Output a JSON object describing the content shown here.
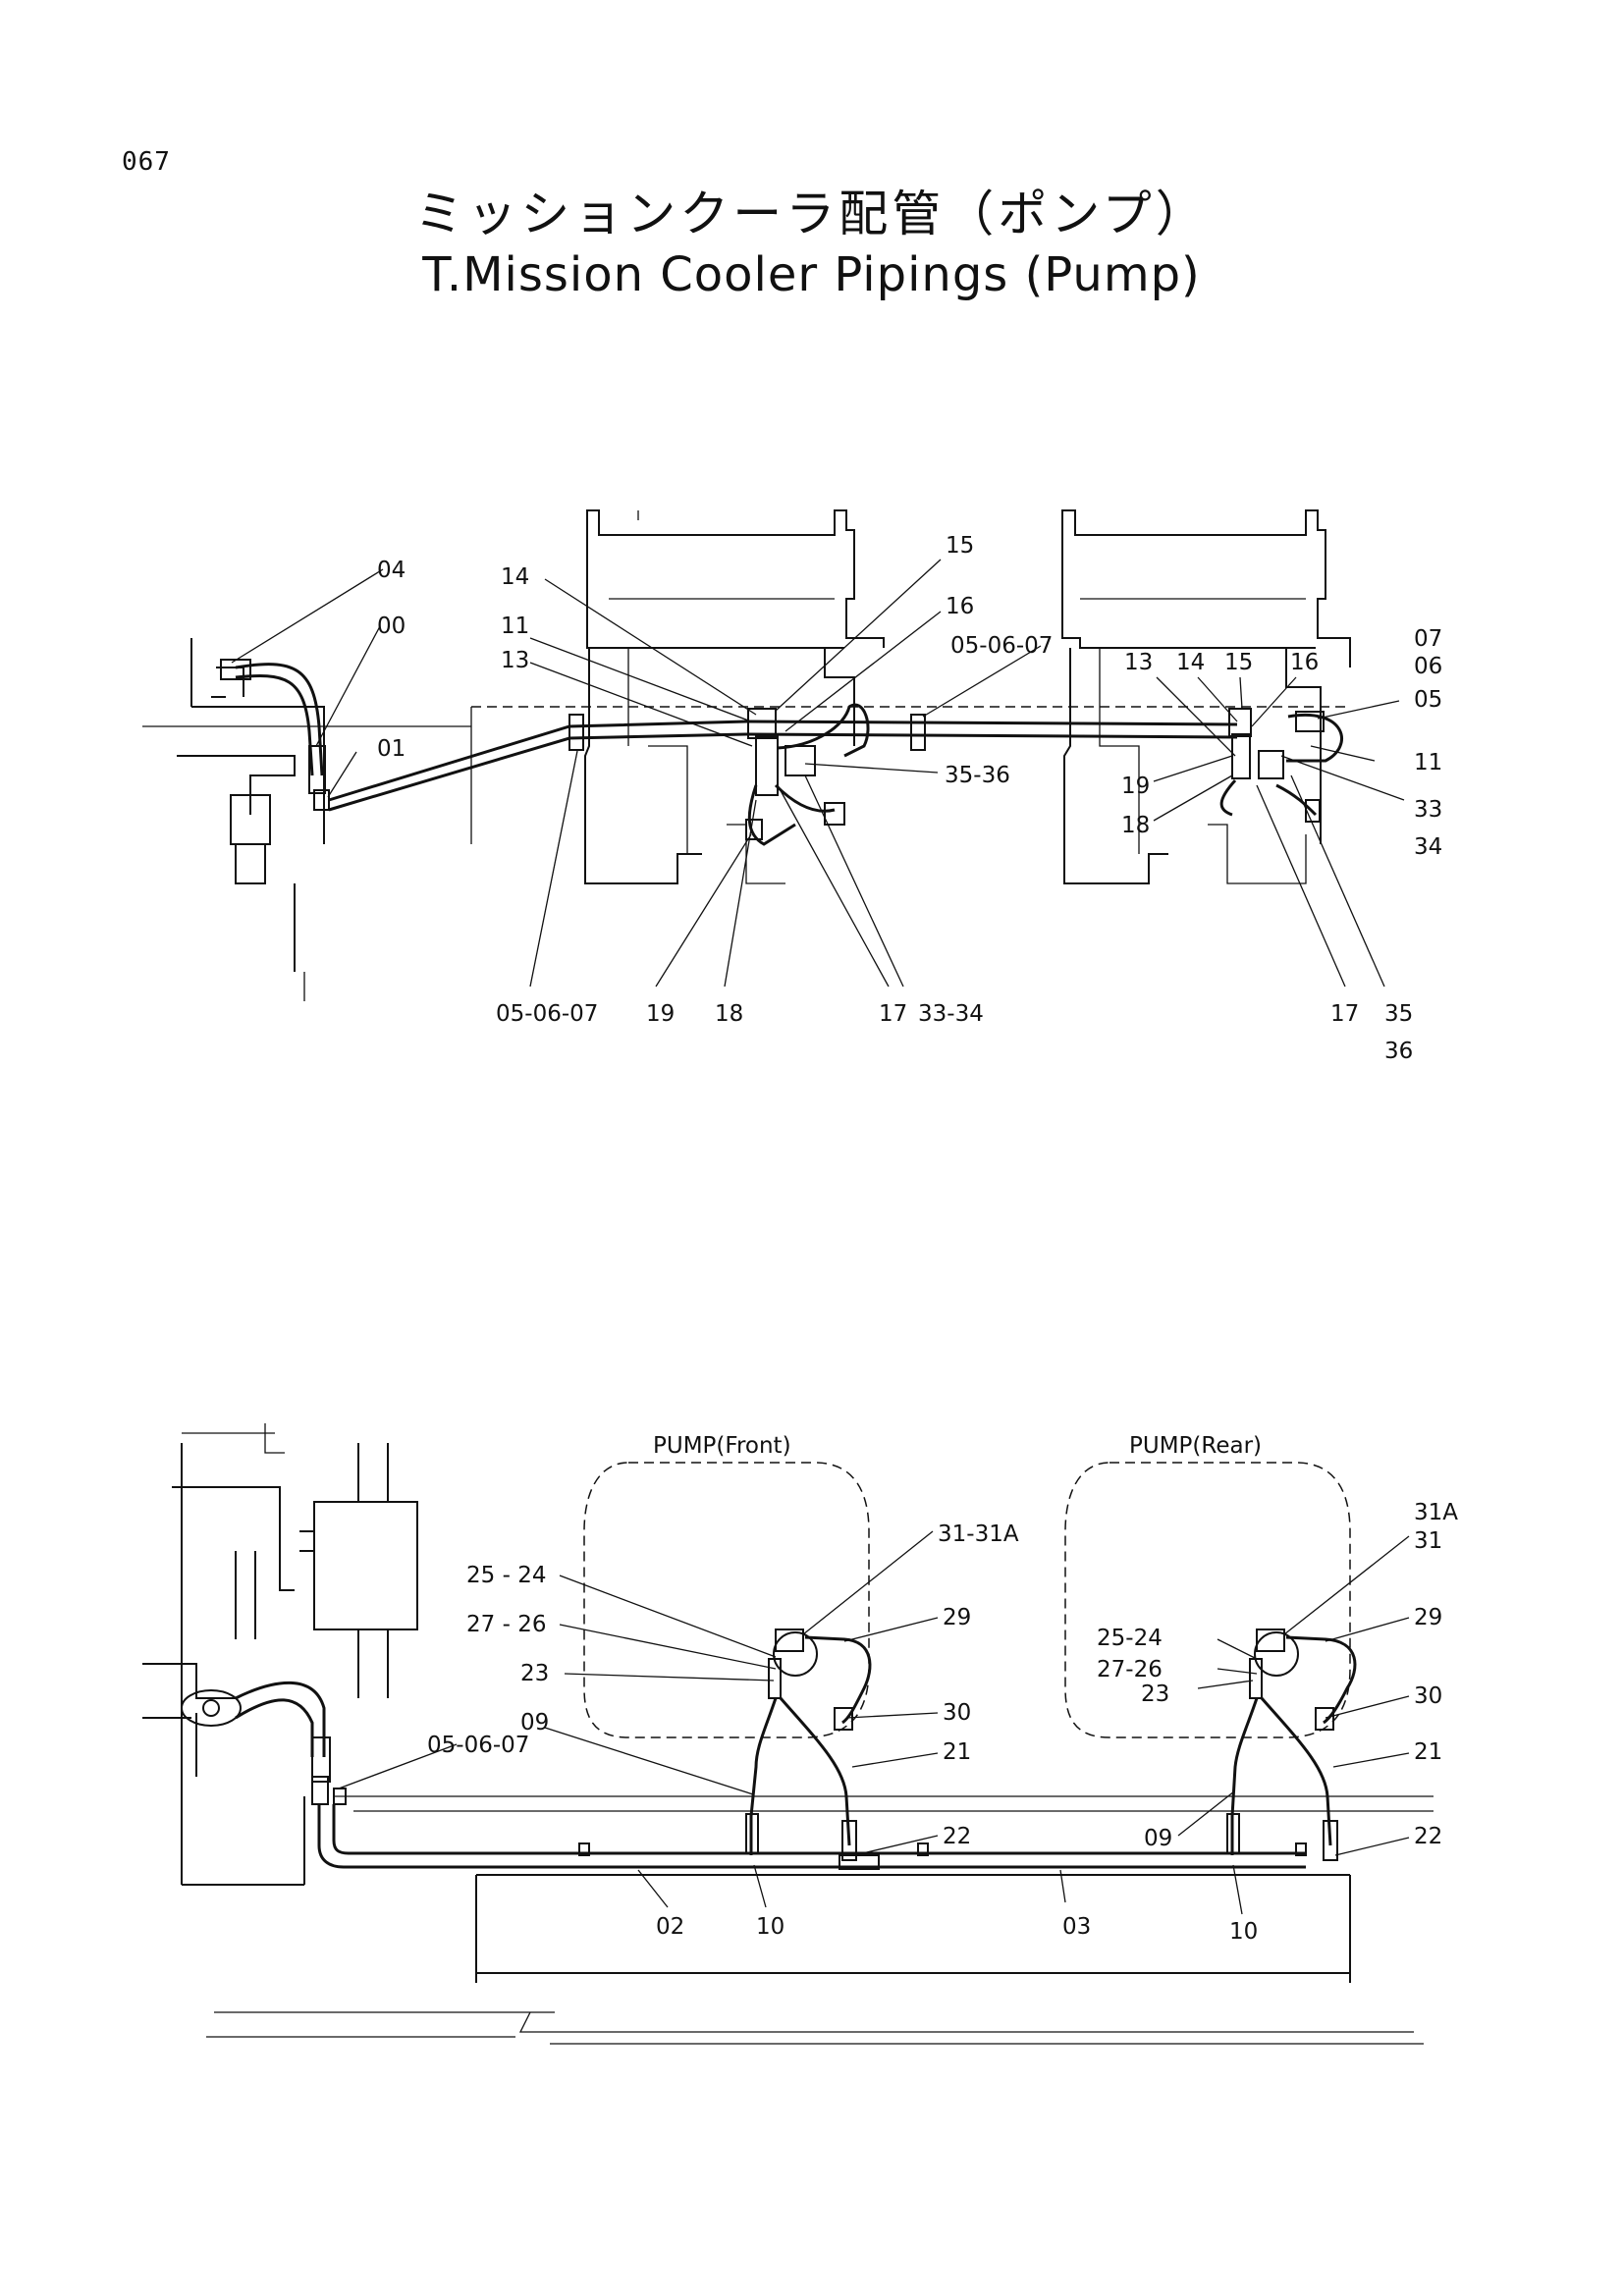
{
  "page_number": "067",
  "title_jp": "ミッションクーラ配管（ポンプ）",
  "title_en": "T.Mission Cooler Pipings (Pump)",
  "top_view": {
    "labels": {
      "l04": "04",
      "l00": "00",
      "l01": "01",
      "l14": "14",
      "l11": "11",
      "l13": "13",
      "l15": "15",
      "l16": "16",
      "l050607a": "05-06-07",
      "l3536": "35-36",
      "l050607b": "05-06-07",
      "l19": "19",
      "l18": "18",
      "l17": "17",
      "l3334": "33-34",
      "r13": "13",
      "r14": "14",
      "r15": "15",
      "r16": "16",
      "r07": "07",
      "r06": "06",
      "r05": "05",
      "r11": "11",
      "r19": "19",
      "r18": "18",
      "r33": "33",
      "r34": "34",
      "r17": "17",
      "r35": "35",
      "r36": "36"
    }
  },
  "bottom_view": {
    "pump_front": "PUMP(Front)",
    "pump_rear": "PUMP(Rear)",
    "labels": {
      "l31_31a": "31-31A",
      "l25_24": "25 - 24",
      "l27_26": "27 - 26",
      "l23": "23",
      "l29": "29",
      "l30": "30",
      "l21": "21",
      "l09": "09",
      "l050607": "05-06-07",
      "l22": "22",
      "l02": "02",
      "l10": "10",
      "r31a": "31A",
      "r31": "31",
      "r29": "29",
      "r25_24": "25-24",
      "r27_26": "27-26",
      "r23": "23",
      "r30": "30",
      "r21": "21",
      "r09": "09",
      "r22": "22",
      "r03": "03",
      "r10": "10"
    }
  }
}
